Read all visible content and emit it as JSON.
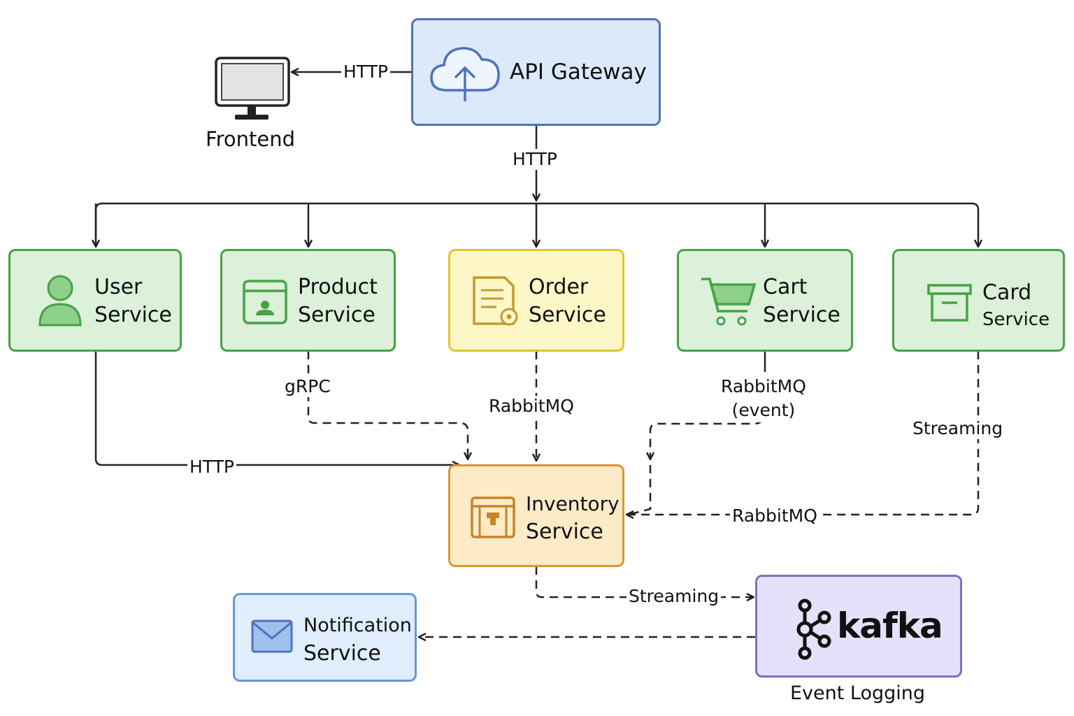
{
  "frontend": {
    "label": "Frontend"
  },
  "gateway": {
    "title": "API Gateway"
  },
  "services": {
    "user": {
      "line1": "User",
      "line2": "Service"
    },
    "product": {
      "line1": "Product",
      "line2": "Service"
    },
    "order": {
      "line1": "Order",
      "line2": "Service"
    },
    "cart": {
      "line1": "Cart",
      "line2": "Service"
    },
    "card": {
      "line1": "Card",
      "line2": "Service"
    },
    "inventory": {
      "line1": "Inventory",
      "line2": "Service"
    },
    "notification": {
      "line1": "Notification",
      "line2": "Service"
    }
  },
  "kafka": {
    "logo_text": "kafka",
    "caption": "Event Logging"
  },
  "edges": {
    "gateway_frontend": "HTTP",
    "gateway_services": "HTTP",
    "user_inventory": "HTTP",
    "product_inventory": "gRPC",
    "order_inventory": "RabbitMQ",
    "cart_inventory_1": "RabbitMQ",
    "cart_inventory_2": "(event)",
    "card_streaming": "Streaming",
    "card_inventory": "RabbitMQ",
    "inventory_kafka": "Streaming"
  },
  "colors": {
    "green": "#45a443",
    "yellow": "#e0c62a",
    "orange": "#da9630",
    "gateway_blue": "#4f73b8",
    "notification_blue": "#6699d6",
    "kafka_purple": "#7d70c2"
  }
}
